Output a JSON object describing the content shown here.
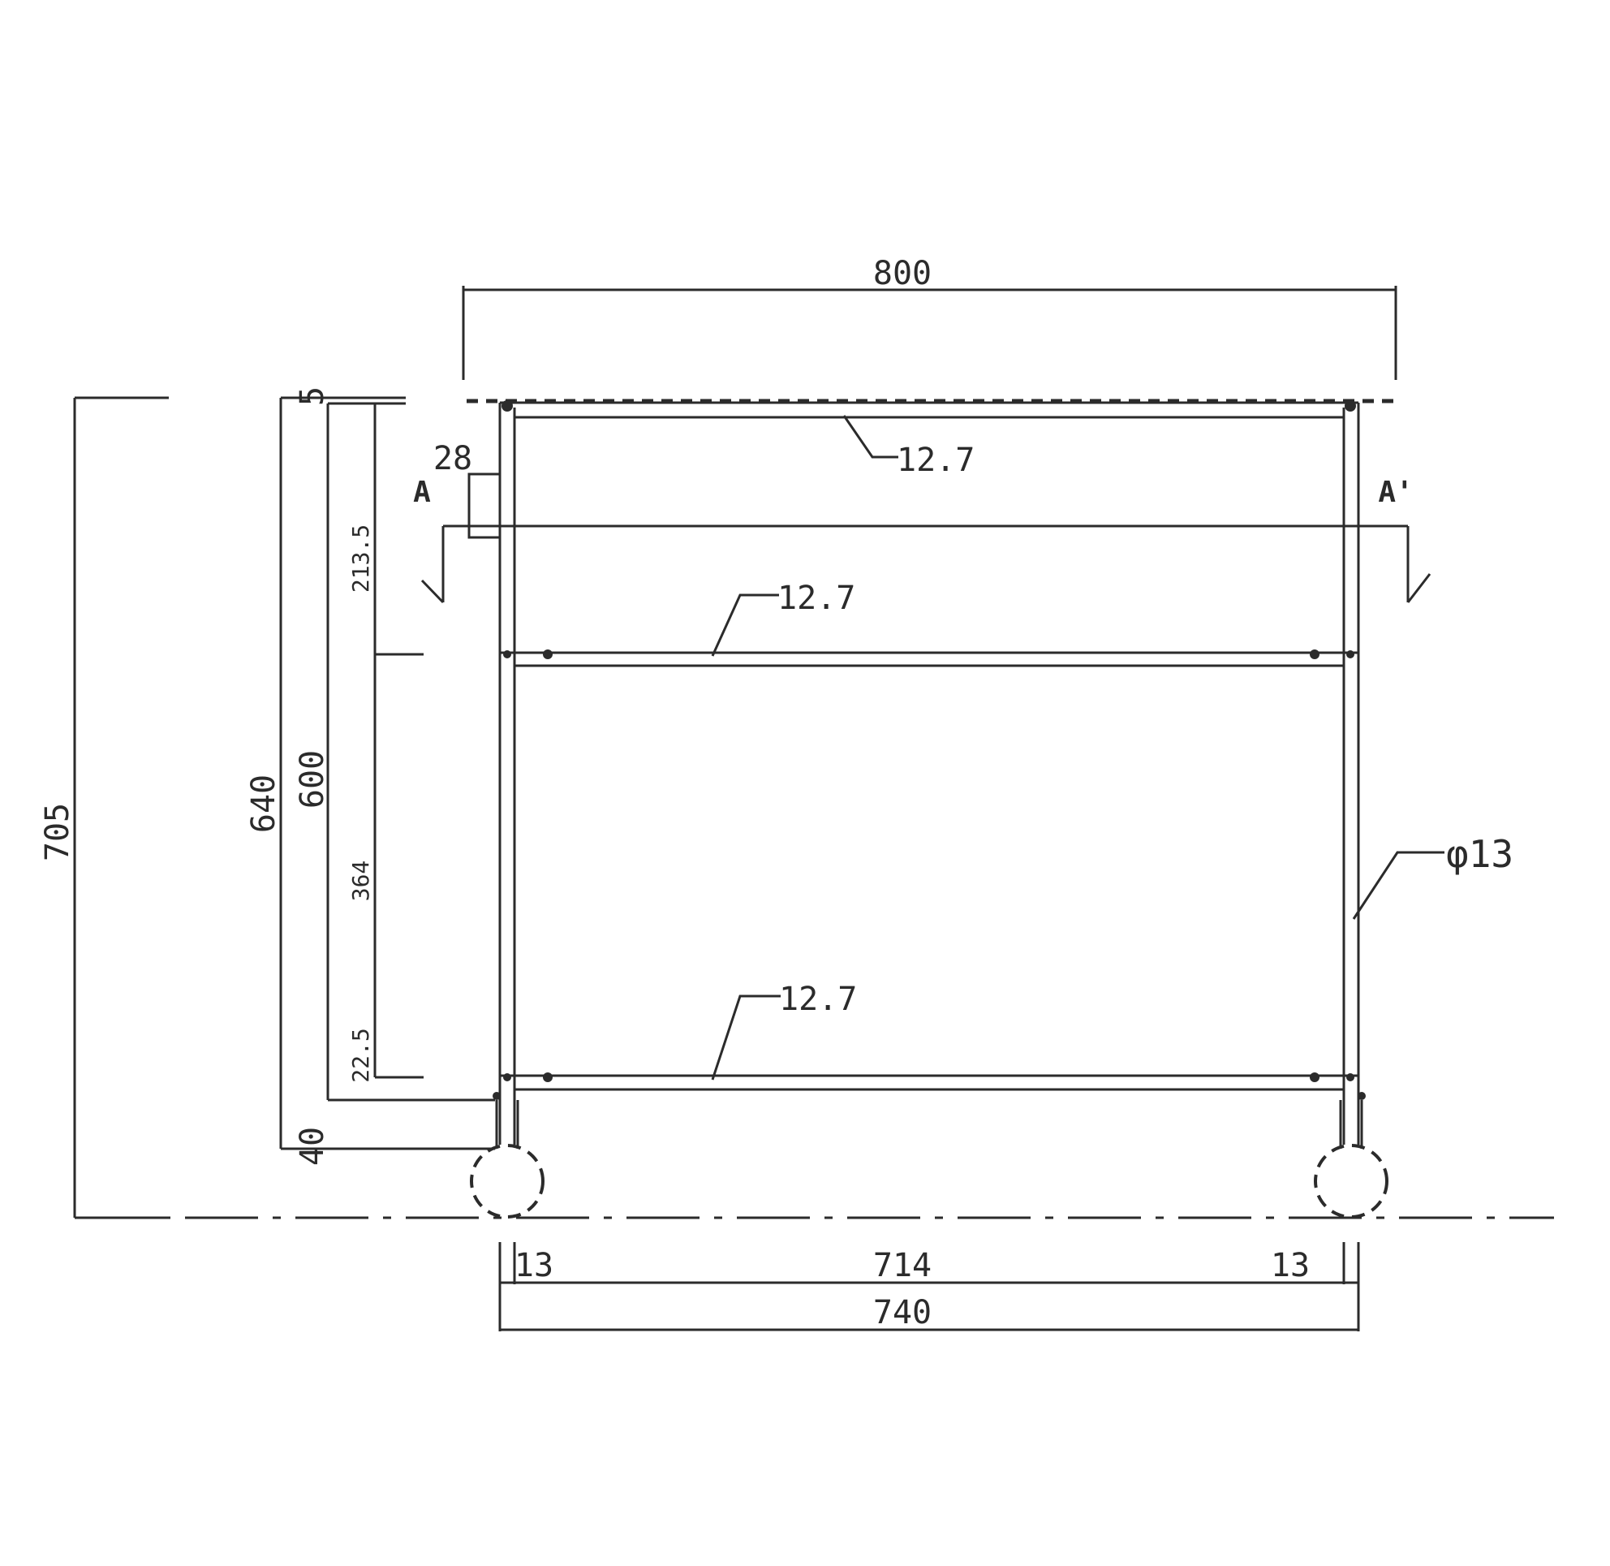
{
  "dimensions": {
    "overall_width": "800",
    "inner_span": "714",
    "frame_width": "740",
    "left_post": "13",
    "right_post": "13",
    "overall_height": "705",
    "frame_height": "640",
    "shelf_height": "600",
    "top_gap": "5",
    "bottom_gap": "40",
    "top_shelf_spacing": "213.5",
    "middle_spacing": "364",
    "bottom_spacing": "22.5",
    "handle_offset": "28",
    "bar_top": "12.7",
    "bar_middle": "12.7",
    "bar_bottom": "12.7",
    "post_diameter": "φ13"
  },
  "section_marks": {
    "left": "A",
    "right": "A'"
  }
}
